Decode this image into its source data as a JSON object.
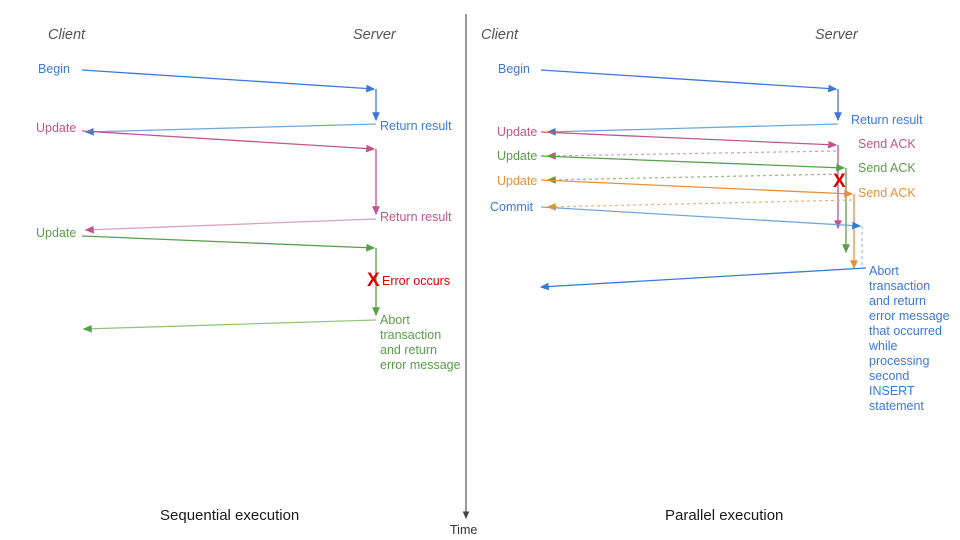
{
  "diagram": {
    "title_left": "Sequential execution",
    "title_right": "Parallel execution",
    "time_axis_label": "Time",
    "colors": {
      "blue": "#3c78d8",
      "pink": "#c2558c",
      "green": "#5a9e4b",
      "orange": "#e69138",
      "red": "#e00000",
      "actor": "#555555",
      "divider": "#444444"
    }
  },
  "left_panel": {
    "actors": {
      "client": "Client",
      "server": "Server"
    },
    "caption": "Sequential execution",
    "messages": [
      {
        "label": "Begin",
        "color": "blue",
        "dir": "right"
      },
      {
        "label": "Return result",
        "color": "blue",
        "dir": "left"
      },
      {
        "label": "Update",
        "color": "pink",
        "dir": "right"
      },
      {
        "label": "Return result",
        "color": "pink",
        "dir": "left"
      },
      {
        "label": "Update",
        "color": "green",
        "dir": "right"
      },
      {
        "label": "Abort\ntransaction\nand return\nerror message",
        "color": "green",
        "dir": "left"
      }
    ],
    "error_marker": {
      "glyph": "X",
      "label": "Error occurs",
      "color": "red"
    },
    "client_labels": [
      {
        "text": "Begin",
        "color": "blue"
      },
      {
        "text": "Update",
        "color": "pink"
      },
      {
        "text": "Update",
        "color": "green"
      }
    ],
    "server_labels": [
      {
        "text": "Return result",
        "color": "blue"
      },
      {
        "text": "Return result",
        "color": "pink"
      }
    ],
    "abort_text": "Abort\ntransaction\nand return\nerror message"
  },
  "right_panel": {
    "actors": {
      "client": "Client",
      "server": "Server"
    },
    "caption": "Parallel execution",
    "client_labels": [
      {
        "text": "Begin",
        "color": "blue"
      },
      {
        "text": "Update",
        "color": "pink"
      },
      {
        "text": "Update",
        "color": "green"
      },
      {
        "text": "Update",
        "color": "orange"
      },
      {
        "text": "Commit",
        "color": "blue"
      }
    ],
    "server_labels": [
      {
        "text": "Return result",
        "color": "blue"
      },
      {
        "text": "Send ACK",
        "color": "pink"
      },
      {
        "text": "Send ACK",
        "color": "green"
      },
      {
        "text": "Send ACK",
        "color": "orange"
      }
    ],
    "error_marker": {
      "glyph": "X",
      "color": "red"
    },
    "abort_text": "Abort\ntransaction\nand return\nerror message\nthat occurred\nwhile\nprocessing\nsecond\nINSERT\nstatement"
  }
}
